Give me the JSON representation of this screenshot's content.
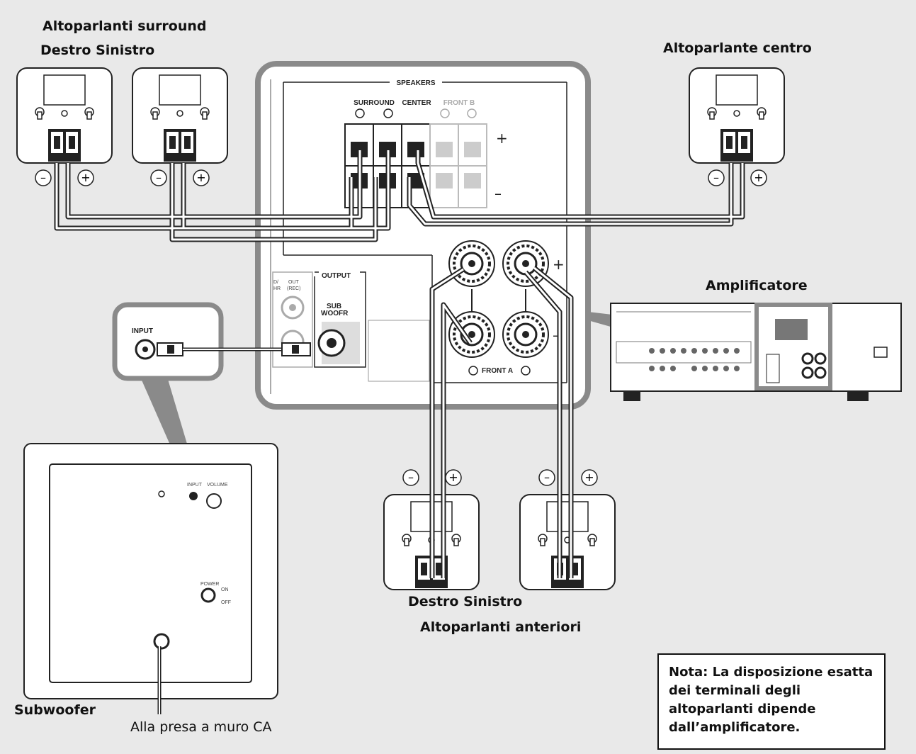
{
  "labels": {
    "surround_title": "Altoparlanti surround",
    "surround_sub": "Destro Sinistro",
    "center_title": "Altoparlante centro",
    "amplifier": "Amplificatore",
    "front_sub": "Destro Sinistro",
    "front_title": "Altoparlanti anteriori",
    "subwoofer": "Subwoofer",
    "wall_outlet": "Alla presa a muro CA"
  },
  "panel": {
    "speakers": "SPEAKERS",
    "surround": "SURROUND",
    "center": "CENTER",
    "front_b": "FRONT B",
    "output": "OUTPUT",
    "sub_woofer_1": "SUB",
    "sub_woofer_2": "WOOFR",
    "front_a": "FRONT A",
    "out_rec_1": "OUT",
    "out_rec_2": "(REC)",
    "md_1": "D/",
    "md_2": "HR",
    "plus": "+",
    "minus": "–"
  },
  "subwoofer_panel": {
    "input": "INPUT",
    "input_small": "INPUT",
    "volume": "VOLUME",
    "power": "POWER",
    "on": "ON",
    "off": "OFF"
  },
  "terminals": {
    "minus": "–",
    "plus": "+"
  },
  "note": "Nota: La disposizione esatta dei terminali degli altoparlanti dipende dall’amplificatore.",
  "colors": {
    "background": "#e9e9e9",
    "highlight": "#8a8a8a",
    "line": "#222222",
    "panel": "#ffffff"
  }
}
